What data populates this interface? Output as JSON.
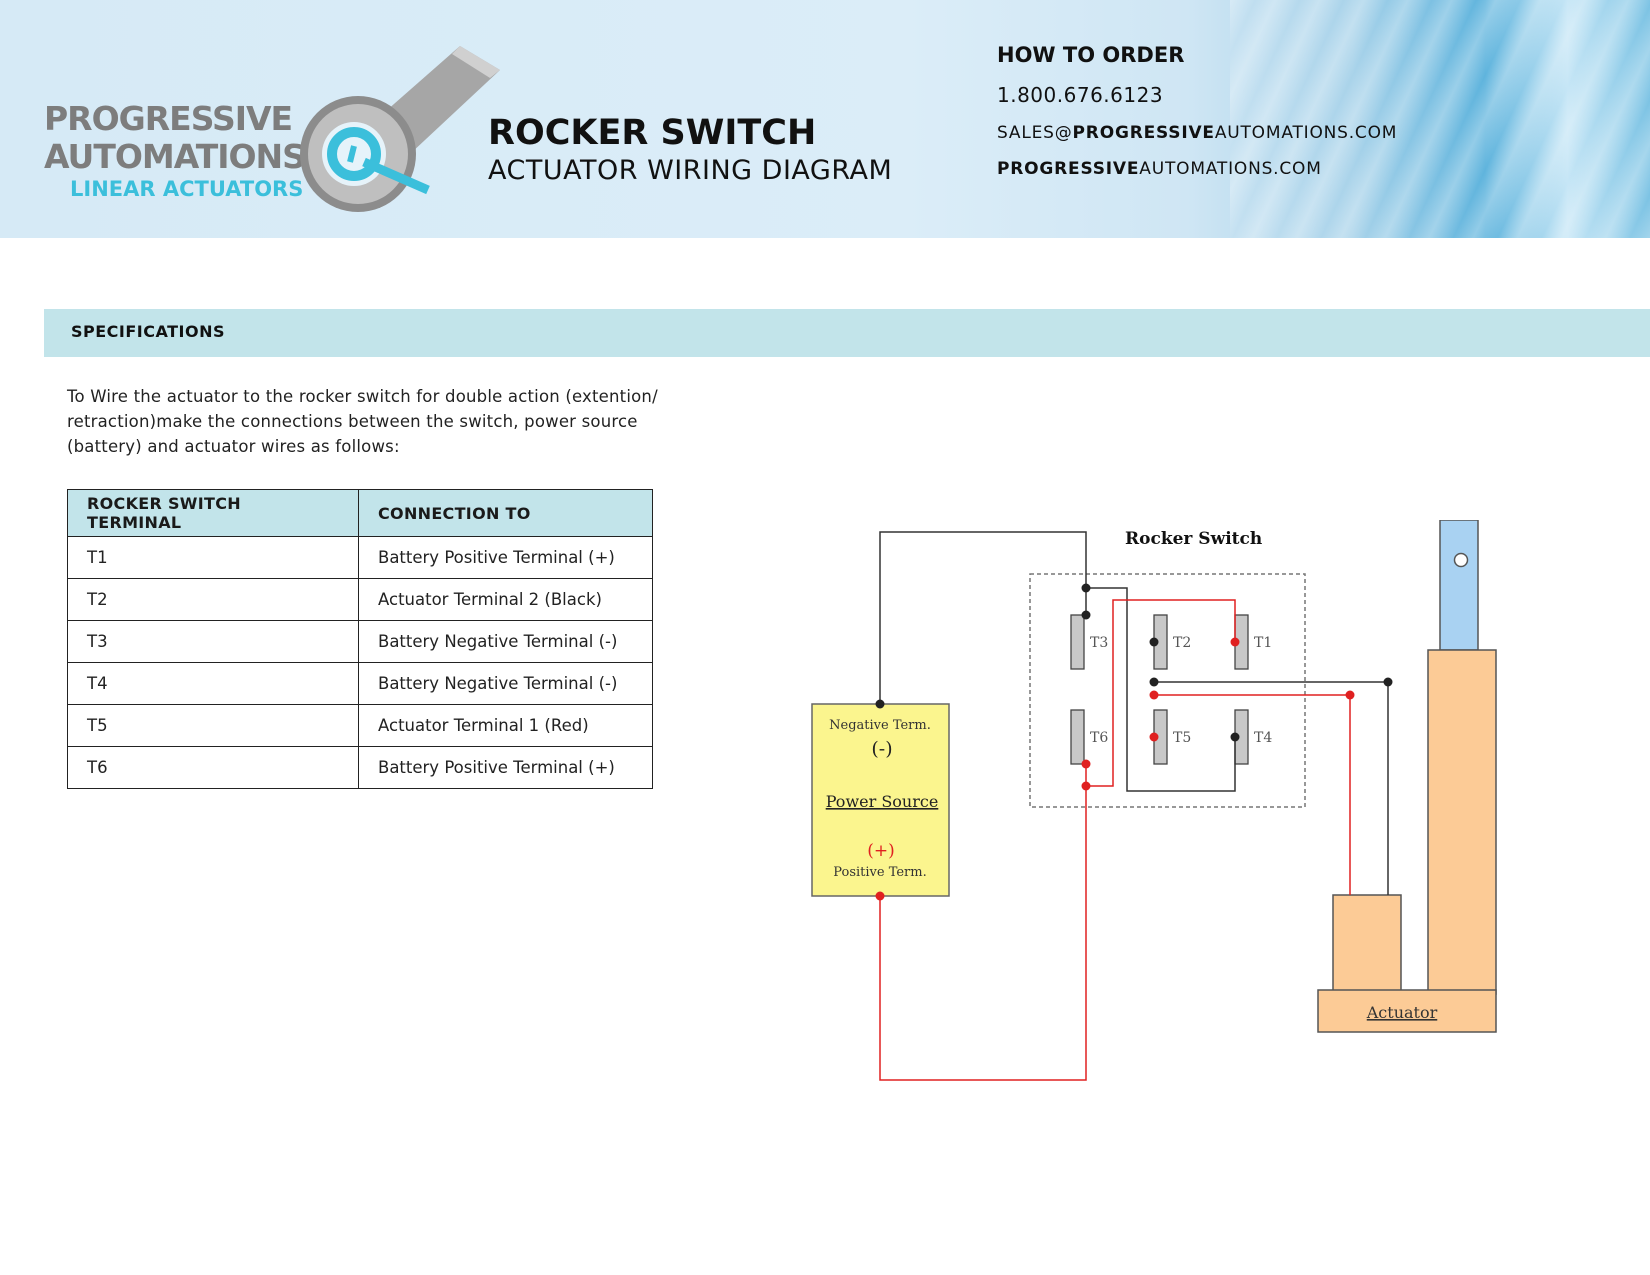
{
  "brand": {
    "line1": "PROGRESSIVE",
    "line2": "AUTOMATIONS",
    "line3": "LINEAR ACTUATORS",
    "colors": {
      "gray": "#7d7d7d",
      "cyan": "#3bbfdb"
    }
  },
  "title": {
    "main": "ROCKER SWITCH",
    "sub": "ACTUATOR WIRING DIAGRAM"
  },
  "order": {
    "heading": "HOW TO ORDER",
    "phone": "1.800.676.6123",
    "email_prefix": "SALES@",
    "email_bold": "PROGRESSIVE",
    "email_suffix": "AUTOMATIONS.COM",
    "web_bold": "PROGRESSIVE",
    "web_suffix": "AUTOMATIONS.COM"
  },
  "specifications": {
    "heading": "SPECIFICATIONS",
    "intro": "To Wire the actuator to the rocker switch for double action (extention/ retraction)make the connections between the switch, power source (battery) and actuator wires as follows:",
    "table": {
      "headers": [
        "ROCKER SWITCH TERMINAL",
        "CONNECTION TO"
      ],
      "rows": [
        [
          "T1",
          "Battery Positive Terminal (+)"
        ],
        [
          "T2",
          "Actuator Terminal 2 (Black)"
        ],
        [
          "T3",
          "Battery Negative Terminal (-)"
        ],
        [
          "T4",
          "Battery Negative Terminal (-)"
        ],
        [
          "T5",
          "Actuator Terminal 1 (Red)"
        ],
        [
          "T6",
          "Battery Positive Terminal (+)"
        ]
      ]
    }
  },
  "diagram": {
    "switch_label": "Rocker Switch",
    "terminals": [
      "T3",
      "T2",
      "T1",
      "T6",
      "T5",
      "T4"
    ],
    "power": {
      "neg_label": "Negative Term.",
      "neg_sign": "(-)",
      "name": "Power Source",
      "pos_sign": "(+)",
      "pos_label": "Positive Term."
    },
    "actuator_label": "Actuator",
    "colors": {
      "red_wire": "#e02020",
      "black_wire": "#333333",
      "battery": "#fbf58e",
      "actuator": "#fccb96",
      "rod": "#a9d2f2"
    }
  }
}
